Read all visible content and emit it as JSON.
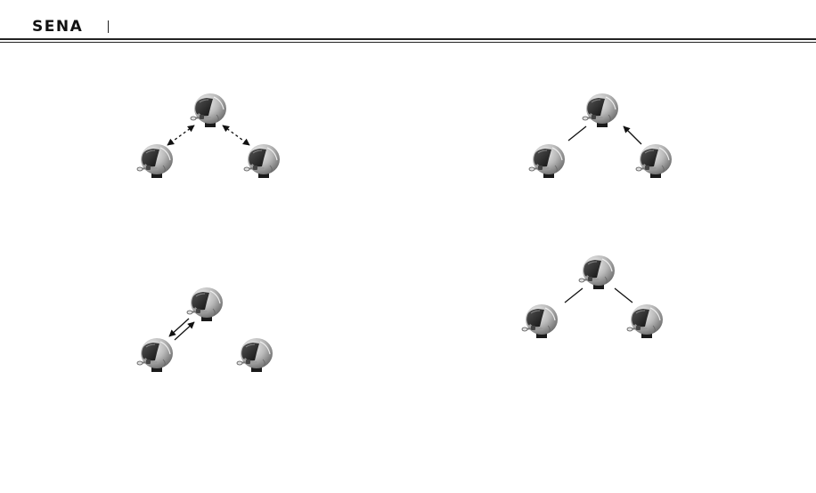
{
  "header": {
    "logo_text": "SENA"
  },
  "diagrams": [
    {
      "id": "top-left",
      "connections": "dashed-bidirectional-to-both"
    },
    {
      "id": "top-right",
      "connections": "line-left-arrow-right"
    },
    {
      "id": "bottom-left",
      "connections": "double-arrow-left-only"
    },
    {
      "id": "bottom-right",
      "connections": "plain-lines-to-both"
    }
  ],
  "colors": {
    "helmet_light": "#e6e6e6",
    "helmet_dark": "#8a8a8a",
    "visor": "#2b2b2b",
    "rule": "#222222"
  }
}
